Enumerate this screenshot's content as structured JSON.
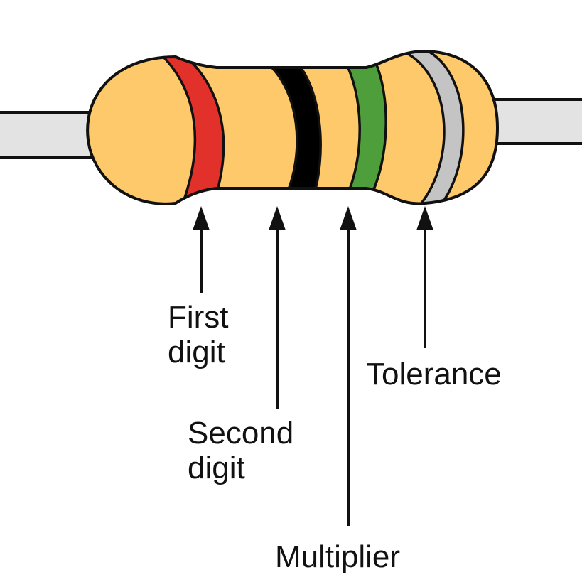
{
  "diagram": {
    "colors": {
      "body": "#FDC96A",
      "lead": "#E3E3E3",
      "outline": "#111111",
      "band_first_digit": "#E2302A",
      "band_second_digit": "#000000",
      "band_multiplier": "#4E9E3C",
      "band_tolerance": "#C4C4C4"
    },
    "labels": {
      "first_digit": [
        "First",
        "digit"
      ],
      "second_digit": [
        "Second",
        "digit"
      ],
      "multiplier": "Multiplier",
      "tolerance": "Tolerance"
    }
  }
}
